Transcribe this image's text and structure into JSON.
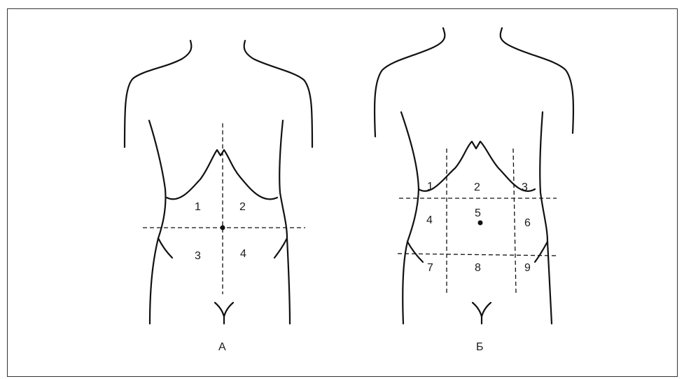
{
  "figure_a": {
    "caption": "А",
    "regions": [
      "1",
      "2",
      "3",
      "4"
    ]
  },
  "figure_b": {
    "caption": "Б",
    "regions": [
      "1",
      "2",
      "3",
      "4",
      "5",
      "6",
      "7",
      "8",
      "9"
    ]
  }
}
